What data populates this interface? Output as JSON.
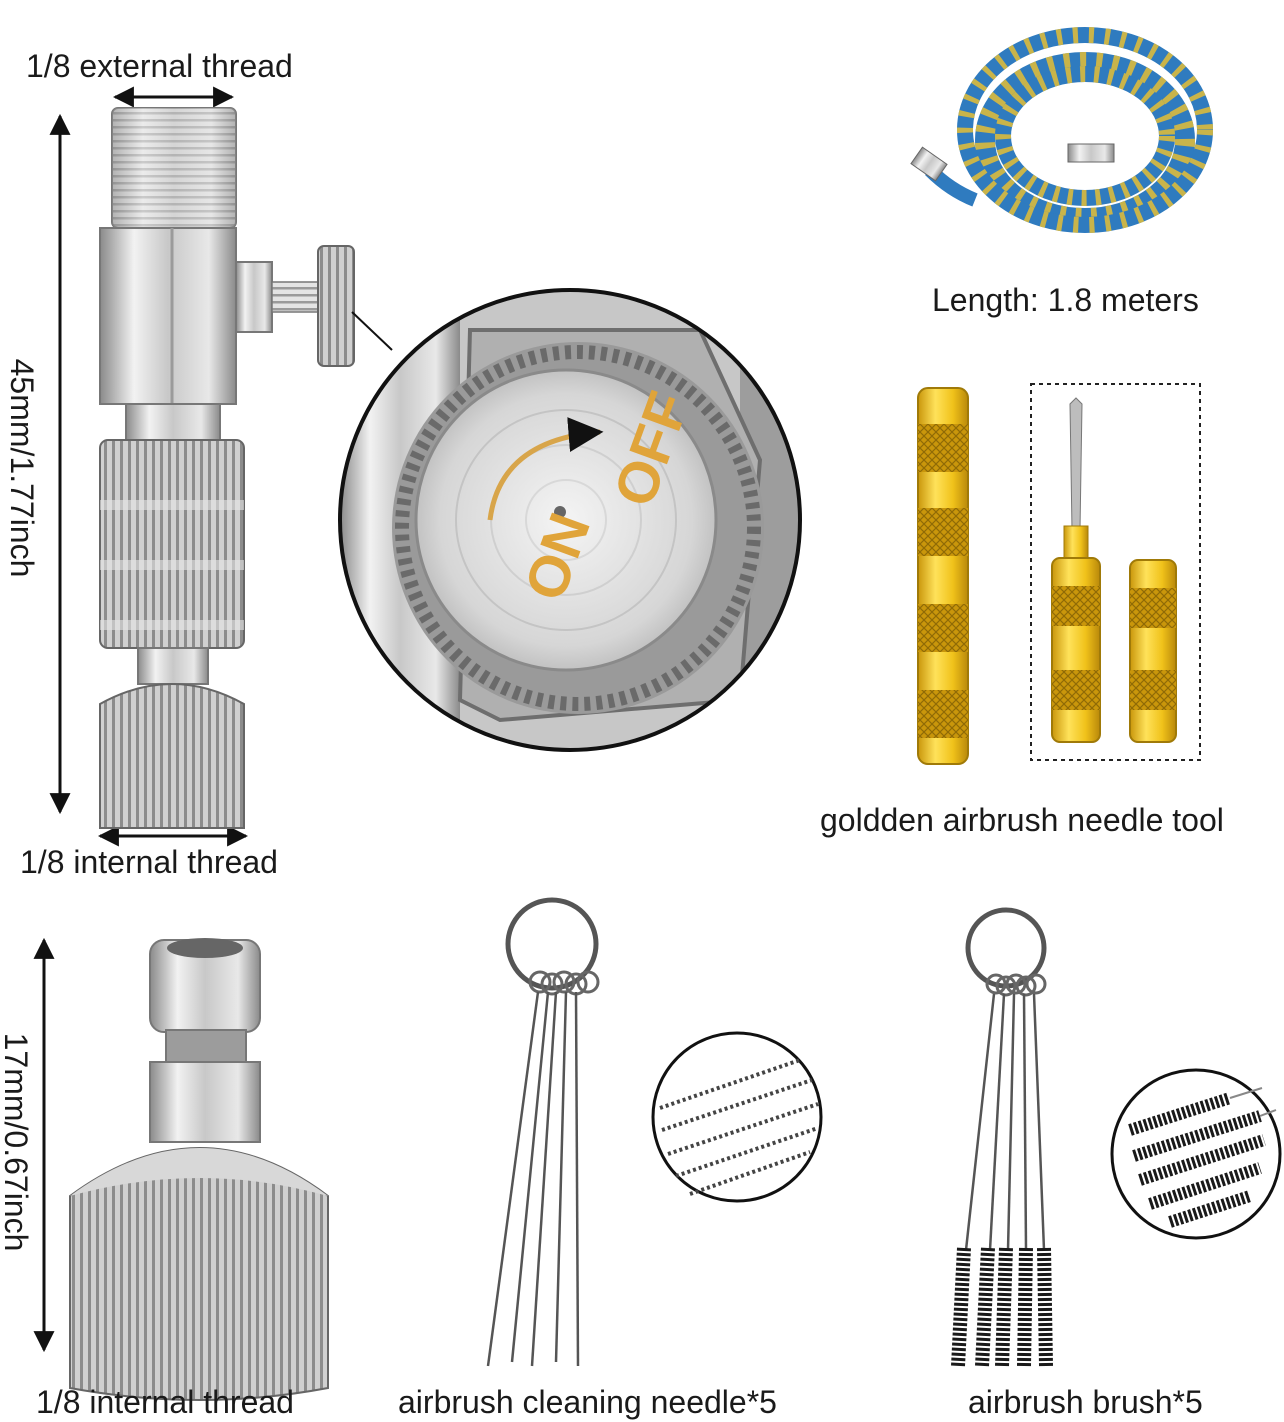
{
  "labels": {
    "valve_top_thread": "1/8 external thread",
    "valve_height": "45mm/1.77inch",
    "valve_bottom_thread": "1/8 internal thread",
    "hose_length": "Length: 1.8 meters",
    "needle_tool": "goldden airbrush needle tool",
    "plug_height": "17mm/0.67inch",
    "plug_thread": "1/8 internal thread",
    "cleaning_needle": "airbrush cleaning needle*5",
    "brush": "airbrush brush*5"
  },
  "knob_marks": {
    "on": "ON",
    "off": "OFF"
  },
  "colors": {
    "metal_light": "#e6e6e6",
    "metal_mid": "#b5b5b5",
    "metal_dark": "#7a7a7a",
    "gold": "#f0c21a",
    "gold_dark": "#c9960b",
    "hose_blue": "#2f7bbf",
    "hose_yellow": "#c9b44a",
    "label_text": "#1a1a1a"
  }
}
